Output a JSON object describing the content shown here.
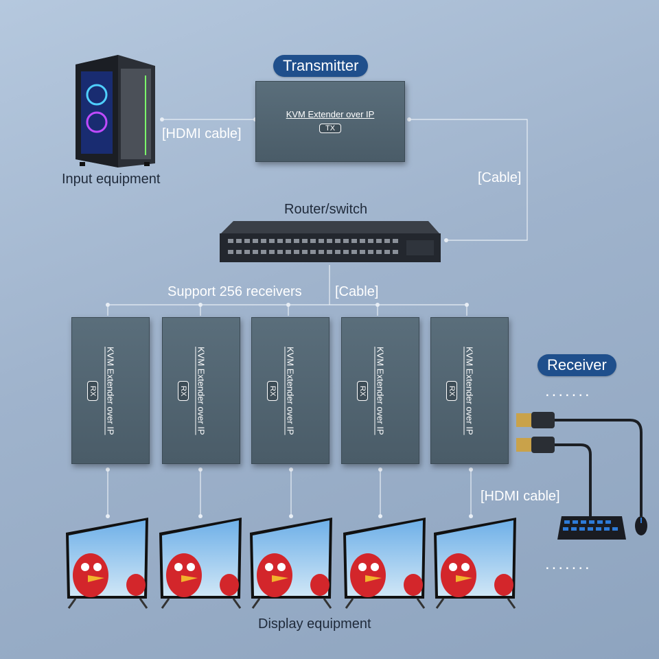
{
  "labels": {
    "transmitter": "Transmitter",
    "receiver": "Receiver",
    "input_equipment": "Input equipment",
    "router_switch": "Router/switch",
    "support_receivers": "Support 256 receivers",
    "display_equipment": "Display equipment",
    "hdmi_cable_top": "[HDMI cable]",
    "hdmi_cable_bottom": "[HDMI cable]",
    "cable_right": "[Cable]",
    "cable_mid": "[Cable]"
  },
  "tx": {
    "title": "KVM Extender over IP",
    "badge": "TX"
  },
  "rx_units": [
    {
      "title": "KVM Extender over IP",
      "badge": "RX"
    },
    {
      "title": "KVM Extender over IP",
      "badge": "RX"
    },
    {
      "title": "KVM Extender over IP",
      "badge": "RX"
    },
    {
      "title": "KVM Extender over IP",
      "badge": "RX"
    },
    {
      "title": "KVM Extender over IP",
      "badge": "RX"
    }
  ],
  "dots": ".......",
  "colors": {
    "pill": "#1f4f8c",
    "device": "#52656f",
    "line": "#e8eef5"
  }
}
